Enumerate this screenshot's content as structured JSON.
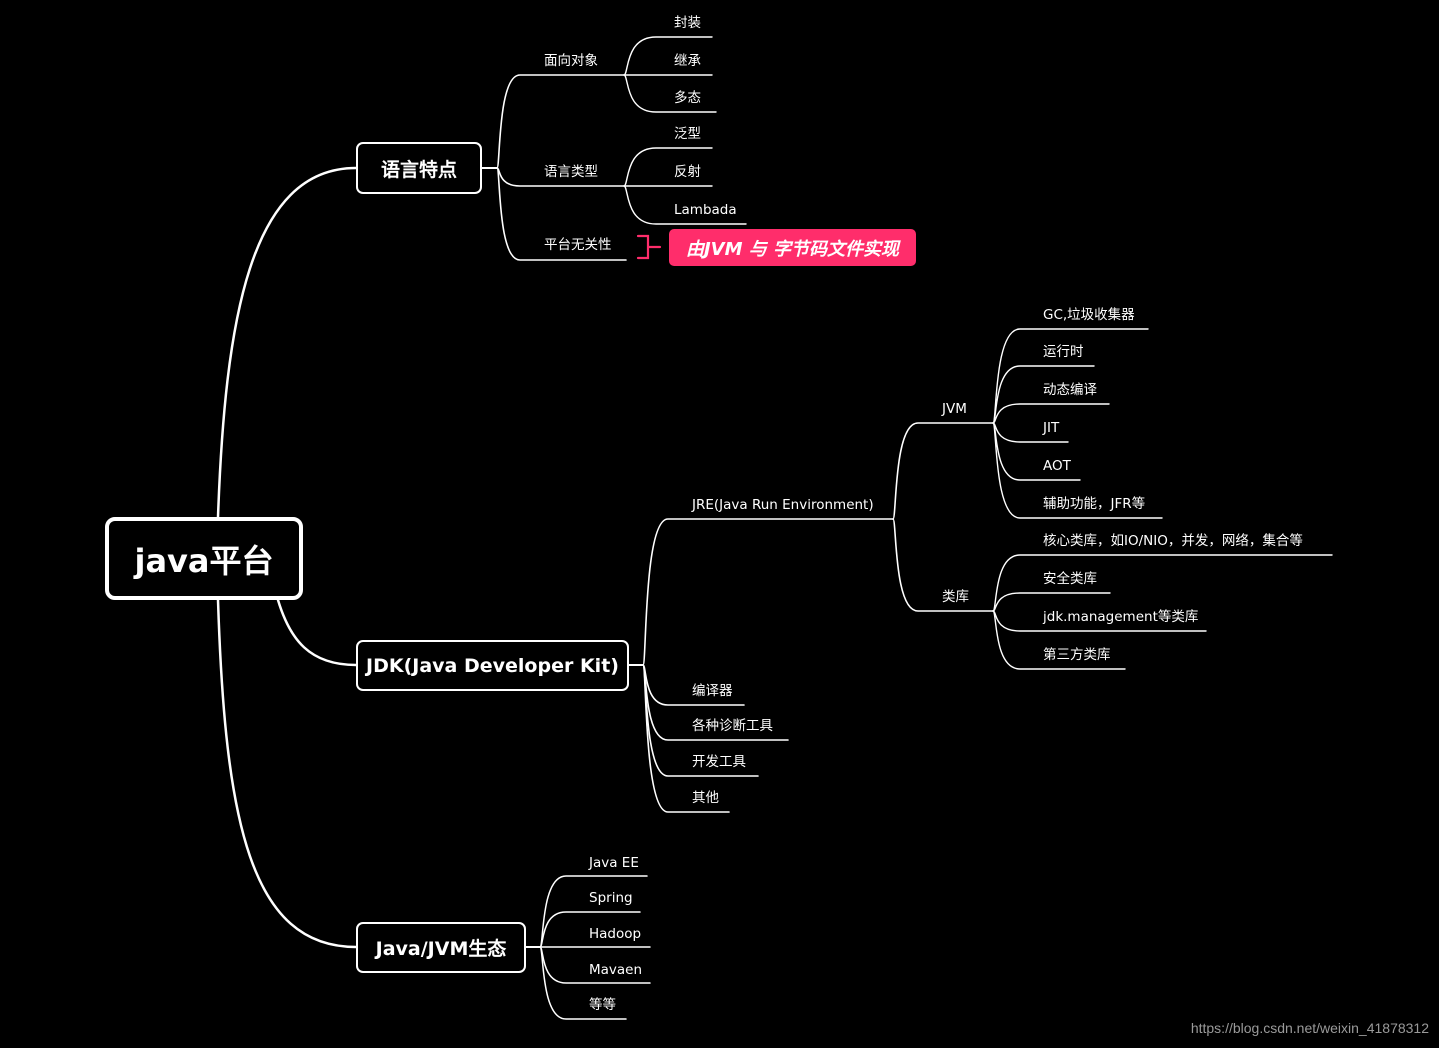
{
  "root": {
    "label": "java平台"
  },
  "branches": {
    "features": {
      "label": "语言特点",
      "oop": {
        "label": "面向对象",
        "items": [
          "封装",
          "继承",
          "多态"
        ]
      },
      "types": {
        "label": "语言类型",
        "items": [
          "泛型",
          "反射",
          "Lambada"
        ]
      },
      "platform": {
        "label": "平台无关性",
        "callout": "由JVM 与 字节码文件实现"
      }
    },
    "jdk": {
      "label": "JDK(Java Developer Kit)",
      "jre": {
        "label": "JRE(Java Run Environment)",
        "jvm": {
          "label": "JVM",
          "items": [
            "GC,垃圾收集器",
            "运行时",
            "动态编译",
            "JIT",
            "AOT",
            "辅助功能，JFR等"
          ]
        },
        "libs": {
          "label": "类库",
          "items": [
            "核心类库，如IO/NIO，并发，网络，集合等",
            "安全类库",
            "jdk.management等类库",
            "第三方类库"
          ]
        }
      },
      "tools": [
        "编译器",
        "各种诊断工具",
        "开发工具",
        "其他"
      ]
    },
    "ecosystem": {
      "label": "Java/JVM生态",
      "items": [
        "Java EE",
        "Spring",
        "Hadoop",
        "Mavaen",
        "等等"
      ]
    }
  },
  "colors": {
    "background": "#000000",
    "line": "#ffffff",
    "callout": "#ff2d6b"
  },
  "watermark": "https://blog.csdn.net/weixin_41878312"
}
